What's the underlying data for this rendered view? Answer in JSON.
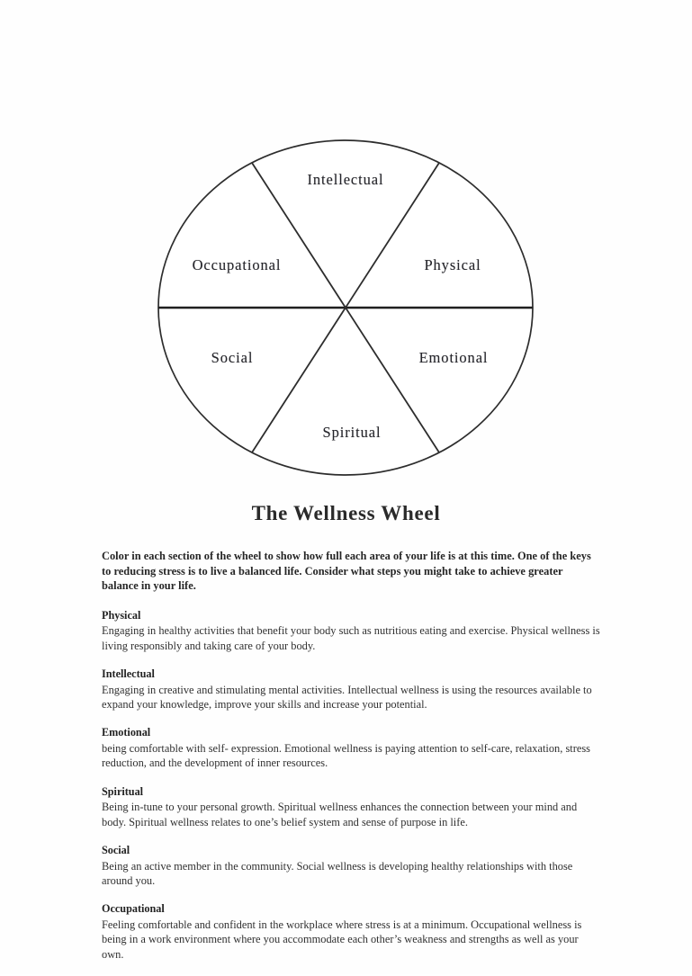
{
  "document": {
    "title": "The Wellness Wheel",
    "intro": "Color in each section of the wheel to show how full each area of your life is at this time.  One of the keys to reducing stress is to live a balanced life.  Consider what steps you might take to achieve greater balance in your life."
  },
  "wheel": {
    "name": "wellness-wheel-diagram",
    "segment_count": 6,
    "segments": [
      {
        "label": "Intellectual",
        "position": "top"
      },
      {
        "label": "Physical",
        "position": "upper-right"
      },
      {
        "label": "Emotional",
        "position": "lower-right"
      },
      {
        "label": "Spiritual",
        "position": "bottom"
      },
      {
        "label": "Social",
        "position": "lower-left"
      },
      {
        "label": "Occupational",
        "position": "upper-left"
      }
    ],
    "stroke_color": "#2a2a2a",
    "fill_color": "#ffffff"
  },
  "sections": [
    {
      "heading": "Physical",
      "text": "Engaging in healthy activities that benefit your body such as nutritious eating and exercise. Physical wellness is living responsibly and taking care of your body."
    },
    {
      "heading": "Intellectual",
      "text": "Engaging in creative and stimulating mental activities. Intellectual wellness is using the resources available to expand your knowledge, improve your skills and increase your potential."
    },
    {
      "heading": "Emotional",
      "text": "being comfortable with self- expression. Emotional wellness is paying attention to self-care, relaxation, stress reduction, and the development of inner resources."
    },
    {
      "heading": "Spiritual",
      "text": "Being in-tune to your personal growth. Spiritual wellness enhances the connection between your mind and body. Spiritual wellness relates to one’s belief system and sense of purpose in life."
    },
    {
      "heading": "Social",
      "text": "Being an active member in the community. Social wellness is developing healthy relationships with those around you."
    },
    {
      "heading": "Occupational",
      "text": "Feeling comfortable and confident in the workplace where stress is at a minimum. Occupational wellness is being in a work environment where you accommodate each other’s weakness and strengths as well as your own."
    }
  ]
}
